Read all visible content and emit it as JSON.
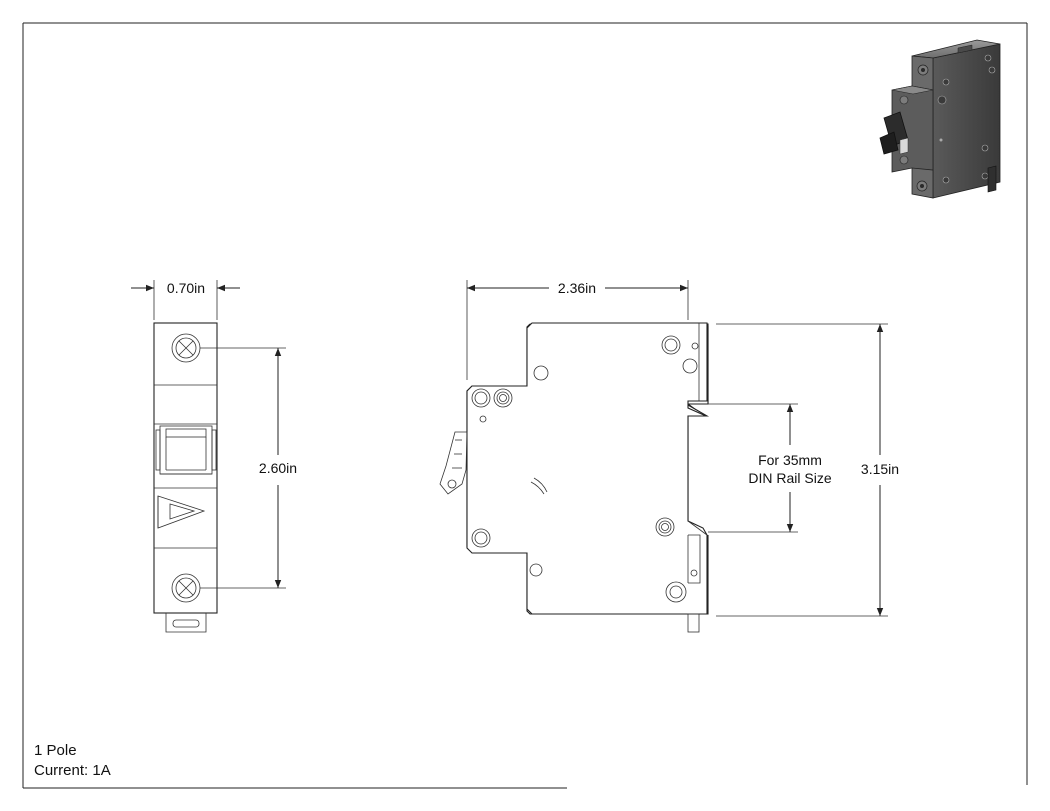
{
  "dimensions": {
    "width_front": "0.70in",
    "height_terminals": "2.60in",
    "depth": "2.36in",
    "height_total": "3.15in",
    "rail_note_line1": "For 35mm",
    "rail_note_line2": "DIN Rail Size"
  },
  "notes": {
    "poles": "1 Pole",
    "current": "Current: 1A"
  },
  "icons": {
    "iso_view": "circuit-breaker-3d-icon"
  }
}
